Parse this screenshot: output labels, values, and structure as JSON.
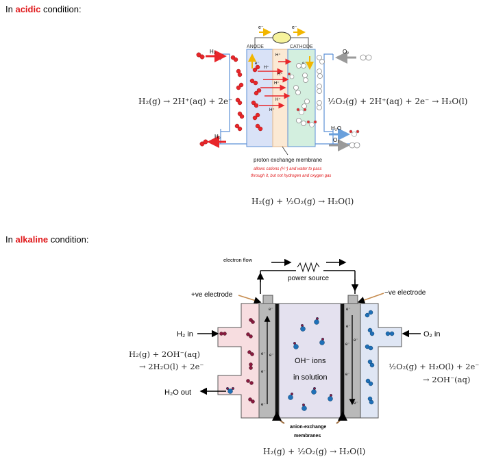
{
  "acidic": {
    "heading_prefix": "In ",
    "heading_keyword": "acidic",
    "heading_suffix": " condition:",
    "anode_label": "ANODE",
    "cathode_label": "CATHODE",
    "electron": "e⁻",
    "h2_in": "H₂",
    "h2_out": "H₂",
    "o2_in": "O₂",
    "o2_out": "O₂",
    "h2o_out": "H₂O",
    "h_plus": "H⁺",
    "membrane_title": "proton exchange membrane",
    "membrane_note_1": "allows cations (H⁺) and water to pass",
    "membrane_note_2": "through it, but not hydrogen and oxygen gas",
    "anode_eq": "H₂(g) → 2H⁺(aq) + 2e⁻",
    "cathode_eq": "½O₂(g) + 2H⁺(aq) + 2e⁻ → H₂O(l)",
    "overall_eq": "H₂(g) + ½O₂(g) → H₂O(l)"
  },
  "alkaline": {
    "heading_prefix": "In ",
    "heading_keyword": "alkaline",
    "heading_suffix": " condition:",
    "electron_flow": "electron flow",
    "power_source": "power source",
    "pos_electrode": "+ve electrode",
    "neg_electrode": "−ve electrode",
    "h2_in": "H₂ in",
    "o2_in": "O₂ in",
    "h2o_out": "H₂O out",
    "oh_ions": "OH⁻ ions",
    "in_solution": "in solution",
    "electron": "e⁻",
    "membrane_1": "anion-exchange",
    "membrane_2": "membranes",
    "anode_eq_1": "H₂(g) + 2OH⁻(aq)",
    "anode_eq_2": "→ 2H₂O(l) + 2e⁻",
    "cathode_eq_1": "½O₂(g) + H₂O(l) + 2e⁻",
    "cathode_eq_2": "→ 2OH⁻(aq)",
    "overall_eq": "H₂(g) + ½O₂(g) → H₂O(l)"
  },
  "colors": {
    "highlight": "#e0191b",
    "anode_fill": "#d9e2f7",
    "membrane_fill": "#fbe9d4",
    "cathode_fill": "#d3efdf",
    "alk_left_chamber": "#f7dde0",
    "alk_right_chamber": "#dfe6f4",
    "alk_electrolyte": "#e4e1ef",
    "alk_electrode": "#b9b9b9"
  }
}
